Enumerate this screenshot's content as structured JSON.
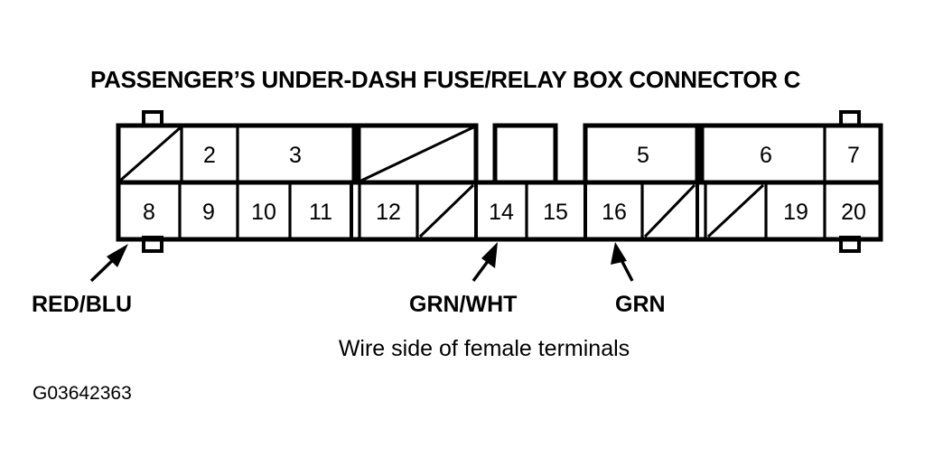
{
  "title": "PASSENGER’S UNDER-DASH FUSE/RELAY BOX CONNECTOR C",
  "caption": "Wire side of female terminals",
  "figure_id": "G03642363",
  "colors": {
    "ink": "#000000",
    "background": "#ffffff"
  },
  "connector": {
    "top_row": [
      {
        "label": "",
        "blank": true
      },
      {
        "label": "2",
        "blank": false
      },
      {
        "label": "3",
        "blank": false
      },
      {
        "label": "",
        "blank": true
      },
      {
        "label": "",
        "blank": true,
        "isolated": true
      },
      {
        "label": "5",
        "blank": false
      },
      {
        "label": "6",
        "blank": false
      },
      {
        "label": "7",
        "blank": false
      }
    ],
    "bottom_row": [
      {
        "label": "8",
        "blank": false
      },
      {
        "label": "9",
        "blank": false
      },
      {
        "label": "10",
        "blank": false
      },
      {
        "label": "11",
        "blank": false
      },
      {
        "label": "12",
        "blank": false
      },
      {
        "label": "",
        "blank": true
      },
      {
        "label": "14",
        "blank": false
      },
      {
        "label": "15",
        "blank": false
      },
      {
        "label": "16",
        "blank": false
      },
      {
        "label": "",
        "blank": true
      },
      {
        "label": "",
        "blank": true
      },
      {
        "label": "19",
        "blank": false
      },
      {
        "label": "20",
        "blank": false
      }
    ]
  },
  "wire_callouts": [
    {
      "label": "RED/BLU",
      "target_pin": "8"
    },
    {
      "label": "GRN/WHT",
      "target_pin": "14"
    },
    {
      "label": "GRN",
      "target_pin": "16"
    }
  ]
}
